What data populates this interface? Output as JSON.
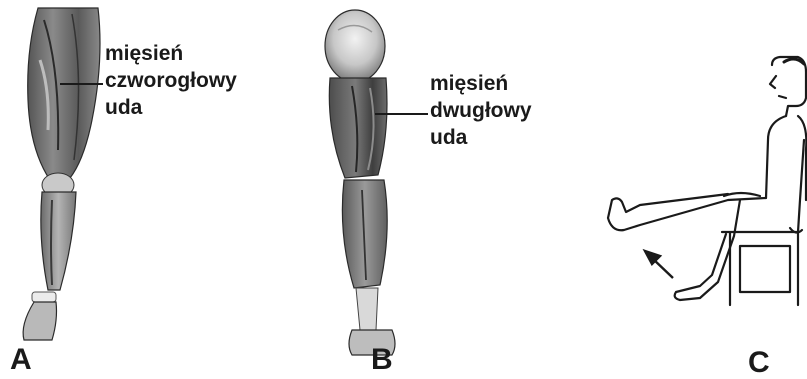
{
  "panels": [
    {
      "letter": "A",
      "label_lines": [
        "mięsień",
        "czworogłowy",
        "uda"
      ]
    },
    {
      "letter": "B",
      "label_lines": [
        "mięsień",
        "dwugłowy",
        "uda"
      ]
    },
    {
      "letter": "C"
    }
  ],
  "colors": {
    "muscle_dark": "#3a3a3a",
    "muscle_mid": "#6b6b6b",
    "muscle_light": "#a9a9a9",
    "skin_light": "#e6e6e6",
    "line": "#1a1a1a"
  },
  "icons": {
    "panel_a": "leg-anterior-muscles-illustration",
    "panel_b": "leg-posterior-muscles-illustration",
    "panel_c": "seated-knee-extension-figure",
    "arrow": "arrow-up-left-icon"
  }
}
